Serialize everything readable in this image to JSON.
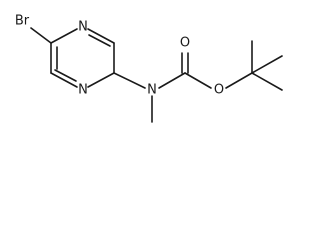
{
  "structure": {
    "atoms": {
      "br": "Br",
      "n_top": "N",
      "n_bottom": "N",
      "n_amine": "N",
      "o_carbonyl": "O",
      "o_ester": "O"
    }
  }
}
